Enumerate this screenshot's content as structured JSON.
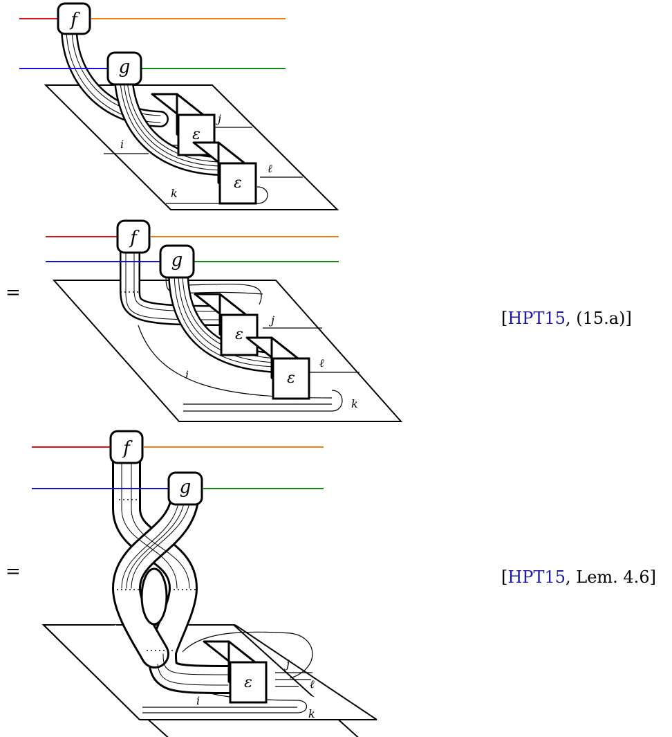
{
  "labels": {
    "f": "f",
    "g": "g",
    "epsilon": "ε",
    "i": "i",
    "j": "j",
    "k": "k",
    "ell": "ℓ"
  },
  "equals": "=",
  "citations": [
    {
      "open": "[",
      "ref": "HPT15",
      "rest": ", (15.a)]"
    },
    {
      "open": "[",
      "ref": "HPT15",
      "rest": ", Lem. 4.6]"
    }
  ],
  "colors": {
    "red": "#dd1111",
    "orange": "#f08010",
    "blue": "#1111dd",
    "green": "#118811",
    "link": "#1a1aa6"
  }
}
